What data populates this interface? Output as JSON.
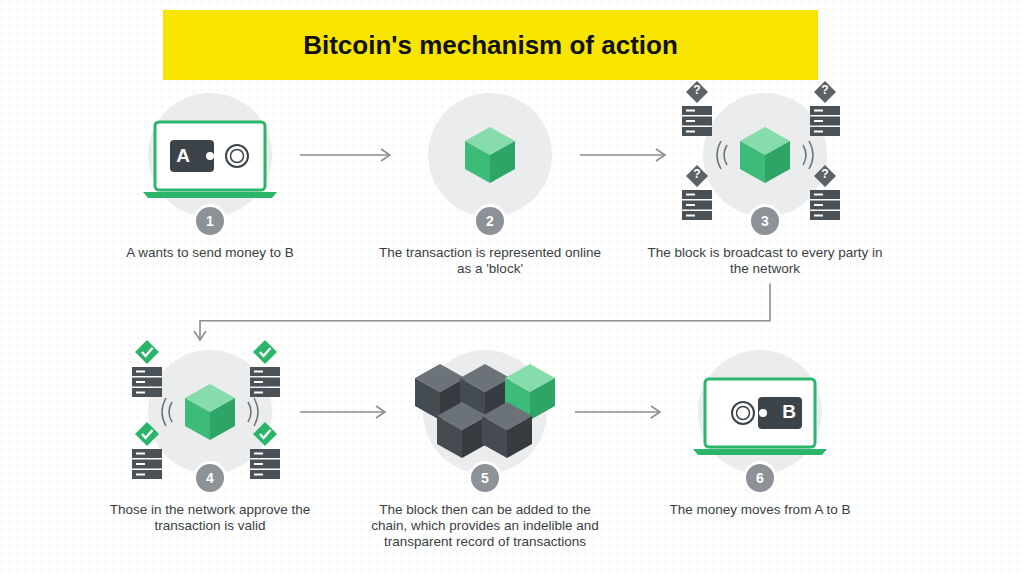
{
  "diagram": {
    "title": "Bitcoin's mechanism of action",
    "nodes": [
      {
        "text": [
          "1",
          "A wants to send money to B"
        ]
      },
      {
        "text": [
          "2",
          "The transaction is represented online as a 'block'"
        ]
      },
      {
        "text": [
          "3",
          "The block is broadcast to every party in the network"
        ]
      },
      {
        "text": [
          "4",
          "Those in the network approve the transaction is valid"
        ]
      },
      {
        "text": [
          "5",
          "The block then can be added to the chain, which provides an indelible and transparent record of transactions"
        ]
      },
      {
        "text": [
          "6",
          "The money moves from A to B"
        ]
      }
    ],
    "edges": [
      {
        "from": 0,
        "to": 1,
        "arrow": "to"
      },
      {
        "from": 1,
        "to": 2,
        "arrow": "to"
      },
      {
        "from": 2,
        "to": 3,
        "arrow": "to"
      },
      {
        "from": 3,
        "to": 4,
        "arrow": "to"
      },
      {
        "from": 4,
        "to": 5,
        "arrow": "to"
      }
    ],
    "labels": [
      "A",
      "?",
      "?",
      "?",
      "?",
      "B"
    ]
  }
}
